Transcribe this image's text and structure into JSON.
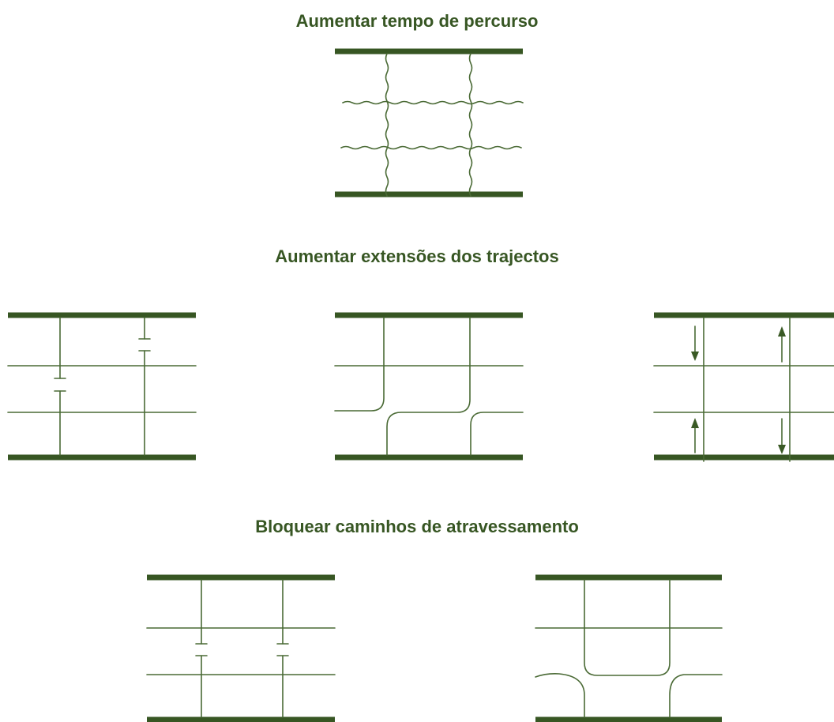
{
  "colors": {
    "title": "#375623",
    "arterial": "#375623",
    "road": "#4a6a35"
  },
  "sections": [
    {
      "title": "Aumentar tempo de percurso"
    },
    {
      "title": "Aumentar extensões dos trajectos"
    },
    {
      "title": "Bloquear caminhos de atravessamento"
    }
  ]
}
